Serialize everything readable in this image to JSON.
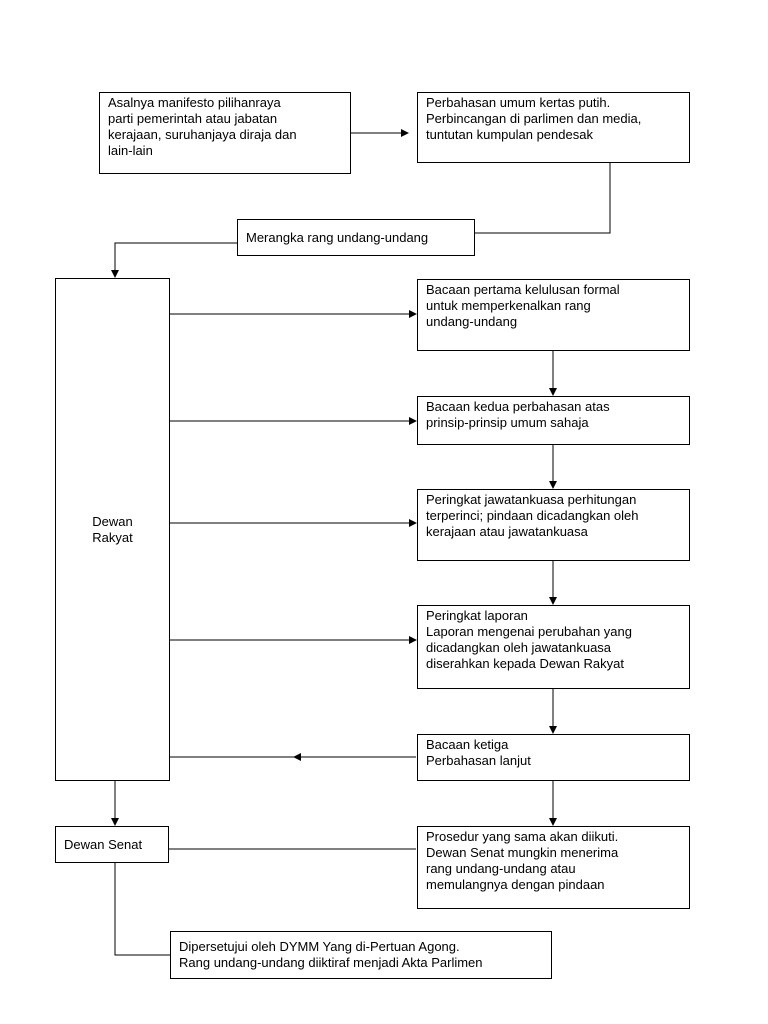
{
  "nodes": {
    "origin": {
      "lines": [
        "Asalnya manifesto pilihanraya",
        "parti pemerintah atau jabatan",
        "kerajaan, suruhanjaya diraja dan",
        "lain-lain"
      ]
    },
    "white_paper": {
      "lines": [
        "Perbahasan umum kertas putih.",
        "Perbincangan di parlimen dan media,",
        "tuntutan kumpulan pendesak"
      ]
    },
    "drafting": {
      "lines": [
        "Merangka rang undang-undang"
      ]
    },
    "dewan_rakyat": {
      "lines": [
        "Dewan",
        "Rakyat"
      ]
    },
    "first_reading": {
      "lines": [
        "Bacaan pertama kelulusan formal",
        "untuk memperkenalkan rang",
        "undang-undang"
      ]
    },
    "second_reading": {
      "lines": [
        "Bacaan kedua perbahasan atas",
        "prinsip-prinsip umum sahaja"
      ]
    },
    "committee": {
      "lines": [
        "Peringkat jawatankuasa perhitungan",
        "terperinci; pindaan dicadangkan oleh",
        "kerajaan atau jawatankuasa"
      ]
    },
    "report": {
      "lines": [
        "Peringkat laporan",
        "Laporan mengenai perubahan yang",
        "dicadangkan oleh jawatankuasa",
        "diserahkan kepada Dewan Rakyat"
      ]
    },
    "third_reading": {
      "lines": [
        "Bacaan ketiga",
        "Perbahasan lanjut"
      ]
    },
    "dewan_senat": {
      "lines": [
        "Dewan Senat"
      ]
    },
    "senate_procedure": {
      "lines": [
        "Prosedur yang sama akan diikuti.",
        "Dewan Senat mungkin menerima",
        "rang undang-undang atau",
        "memulangnya dengan pindaan"
      ]
    },
    "assent": {
      "lines": [
        "Dipersetujui oleh DYMM Yang di-Pertuan Agong.",
        "Rang undang-undang diiktiraf menjadi Akta Parlimen"
      ]
    }
  }
}
